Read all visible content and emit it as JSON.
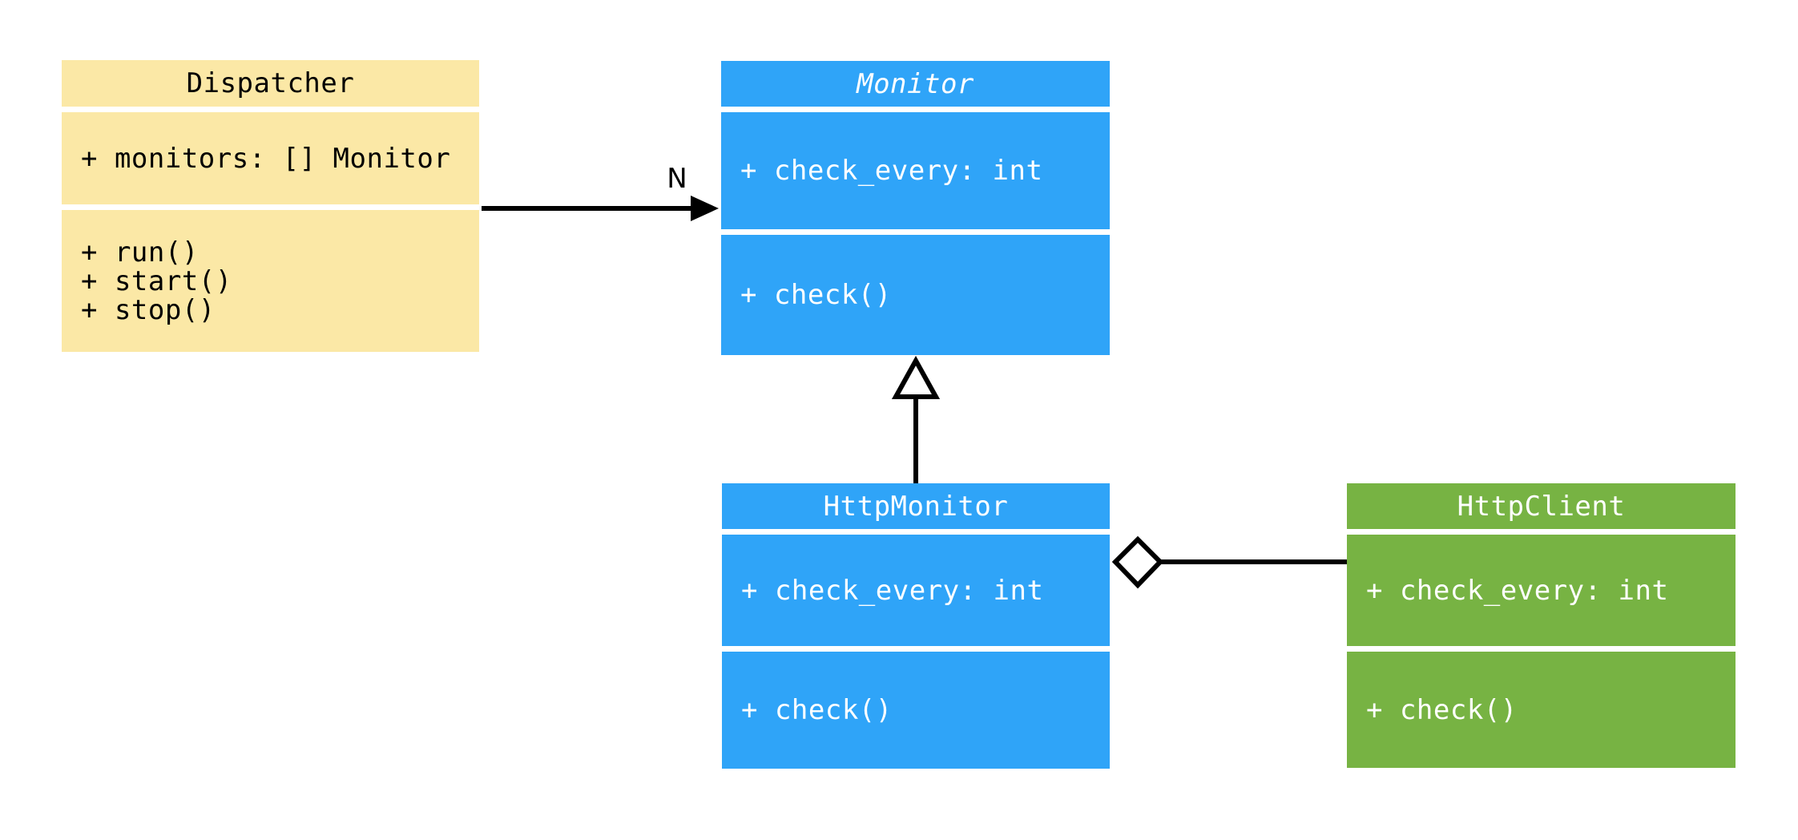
{
  "background_color": "#FFFFFF",
  "diagram": {
    "kind": "UML class diagram",
    "connector_color": "#000000",
    "classes": [
      {
        "name": "Dispatcher",
        "abstract": false,
        "fill_color": "#FBE8A6",
        "text_color": "#000000",
        "attributes": [
          "+ monitors: [] Monitor"
        ],
        "methods": [
          "+ run()",
          "+ start()",
          "+ stop()"
        ]
      },
      {
        "name": "Monitor",
        "abstract": true,
        "fill_color": "#2FA4F8",
        "text_color": "#FFFFFF",
        "attributes": [
          "+ check_every: int"
        ],
        "methods": [
          "+ check()"
        ]
      },
      {
        "name": "HttpMonitor",
        "abstract": false,
        "fill_color": "#2FA4F8",
        "text_color": "#FFFFFF",
        "attributes": [
          "+ check_every: int"
        ],
        "methods": [
          "+ check()"
        ]
      },
      {
        "name": "HttpClient",
        "abstract": false,
        "fill_color": "#77B343",
        "text_color": "#FFFFFF",
        "attributes": [
          "+ check_every: int"
        ],
        "methods": [
          "+ check()"
        ]
      }
    ],
    "relationships": [
      {
        "type": "association",
        "from": "Dispatcher",
        "to": "Monitor",
        "multiplicity_label": "N"
      },
      {
        "type": "inheritance",
        "from": "HttpMonitor",
        "to": "Monitor"
      },
      {
        "type": "aggregation",
        "from": "HttpMonitor",
        "to": "HttpClient"
      }
    ]
  }
}
